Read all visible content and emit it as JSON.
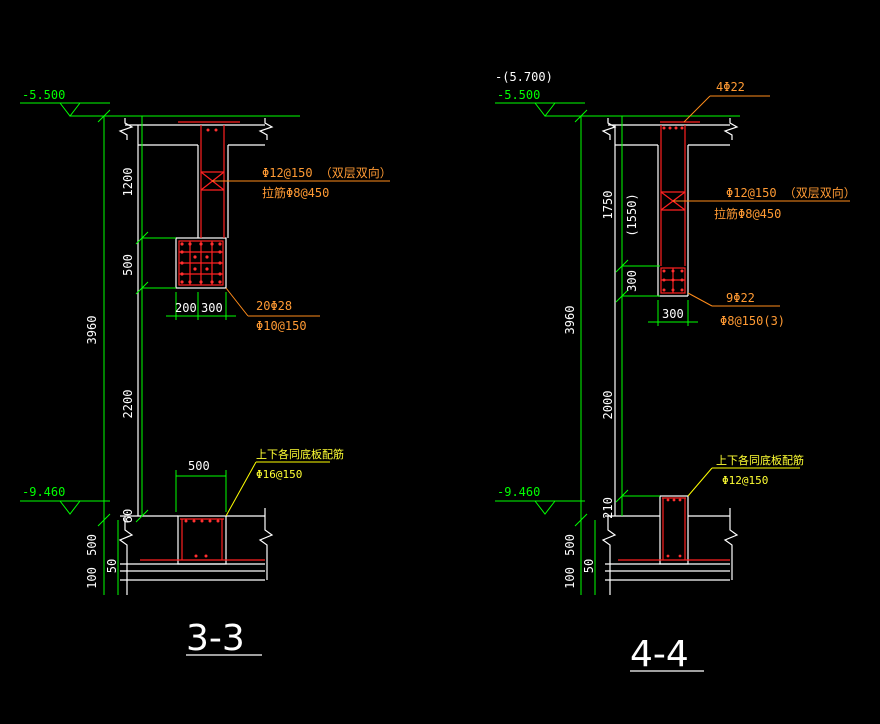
{
  "section_33": {
    "title": "3-3",
    "elev_top": "-5.500",
    "elev_bottom": "-9.460",
    "dim_total": "3960",
    "dim_1200": "1200",
    "dim_500": "500",
    "dim_2200": "2200",
    "dim_200": "200",
    "dim_300": "300",
    "dim_500_base": "500",
    "dim_60": "60",
    "dim_500_slab": "500",
    "dim_100": "100",
    "dim_50": "50",
    "rebar_wall_1": "Φ12@150 （双层双向）",
    "rebar_wall_2": "拉筋Φ8@450",
    "rebar_beam_1": "20Φ28",
    "rebar_beam_2": "Φ10@150",
    "rebar_base_1": "上下各同底板配筋",
    "rebar_base_2": "Φ16@150"
  },
  "section_44": {
    "title": "4-4",
    "elev_paren": "-(5.700)",
    "elev_top": "-5.500",
    "elev_bottom": "-9.460",
    "dim_total": "3960",
    "dim_1750": "1750",
    "dim_1550": "(1550)",
    "dim_300": "300",
    "dim_2000": "2000",
    "dim_300_w": "300",
    "dim_210": "210",
    "dim_500_slab": "500",
    "dim_100": "100",
    "dim_50": "50",
    "rebar_top": "4Φ22",
    "rebar_wall_1": "Φ12@150 （双层双向）",
    "rebar_wall_2": "拉筋Φ8@450",
    "rebar_beam_1": "9Φ22",
    "rebar_beam_2": "Φ8@150(3)",
    "rebar_base_1": "上下各同底板配筋",
    "rebar_base_2": "Φ12@150"
  }
}
